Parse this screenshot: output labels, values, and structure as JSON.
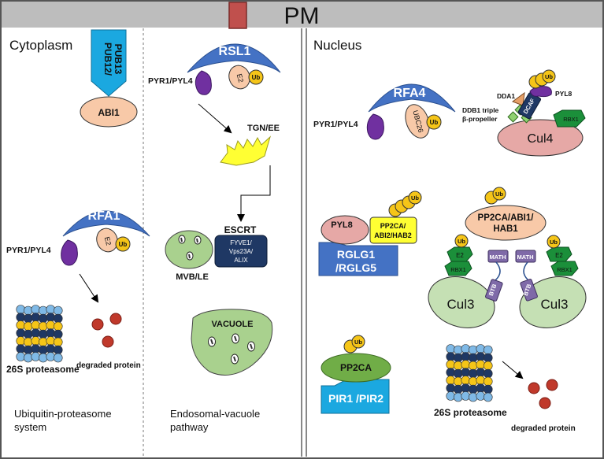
{
  "pm": "PM",
  "sections": {
    "cytoplasm": "Cytoplasm",
    "nucleus": "Nucleus",
    "ups": [
      "Ubiquitin-proteasome",
      "system"
    ],
    "evp": [
      "Endosomal-vacuole",
      "pathway"
    ]
  },
  "labels": {
    "pub": [
      "PUB12/",
      "PUB13"
    ],
    "abi1": "ABI1",
    "rsl1": "RSL1",
    "pyr1_pyl4": "PYR1/PYL4",
    "e2": "E2",
    "ub": "Ub",
    "tgn_ee": "TGN/EE",
    "escrt": "ESCRT",
    "escrt_box": [
      "FYVE1/",
      "Vps23A/",
      "ALIX"
    ],
    "mvb_le": "MVB/LE",
    "vacuole": "VACUOLE",
    "rfa1": "RFA1",
    "proteasome": "26S proteasome",
    "degraded": "degraded protein",
    "rfa4": "RFA4",
    "ubc26": "UBC26",
    "dda1": "DDA1",
    "pyl8": "PYL8",
    "dcaf": "DCAF",
    "ddb1": [
      "DDB1 triple",
      "β-propeller"
    ],
    "rbx1": "RBX1",
    "cul4": "Cul4",
    "pp2ca_box": [
      "PP2CA/",
      "ABI2/HAB2"
    ],
    "rglg": [
      "RGLG1",
      "/RGLG5"
    ],
    "pp2ca_hab": [
      "PP2CA/ABI1/",
      "HAB1"
    ],
    "math": "MATH",
    "btb": "BTB",
    "cul3": "Cul3",
    "pp2ca": "PP2CA",
    "pir": "PIR1 /PIR2"
  }
}
